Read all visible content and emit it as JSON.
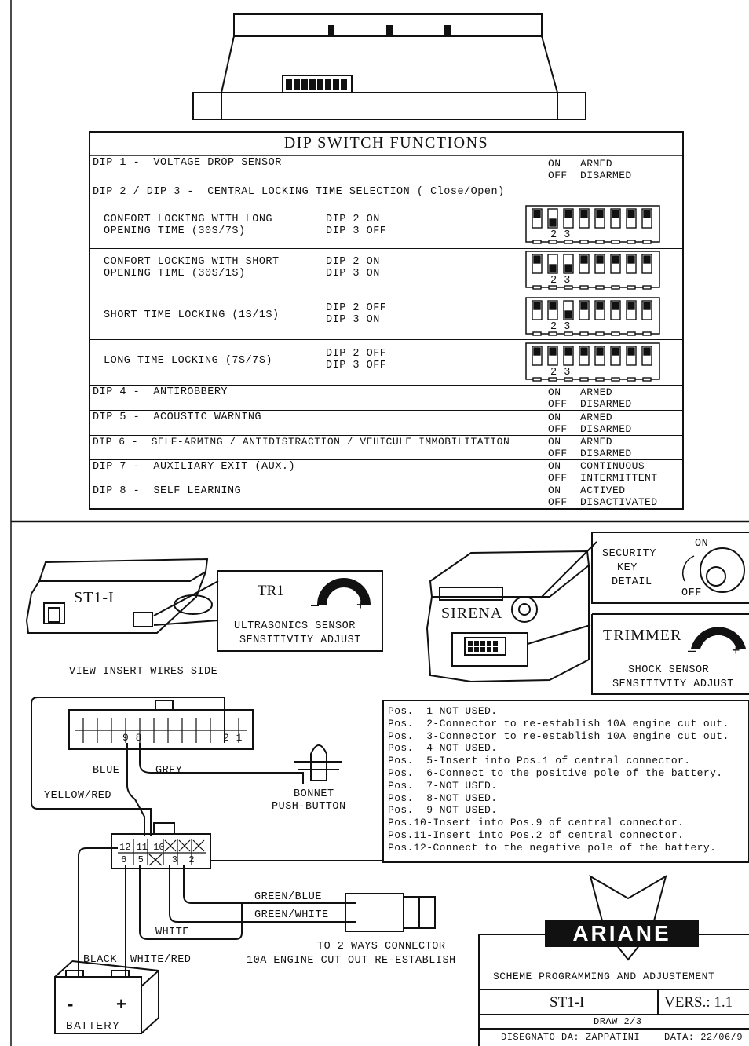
{
  "dip_table": {
    "title": "DIP SWITCH FUNCTIONS",
    "rows": [
      {
        "label": "DIP 1 -  VOLTAGE DROP SENSOR",
        "on": "ON   ARMED",
        "off": "OFF  DISARMED"
      },
      {
        "label": "DIP 4 -  ANTIROBBERY",
        "on": "ON   ARMED",
        "off": "OFF  DISARMED"
      },
      {
        "label": "DIP 5 -  ACOUSTIC WARNING",
        "on": "ON   ARMED",
        "off": "OFF  DISARMED"
      },
      {
        "label": "DIP 6 -  SELF-ARMING / ANTIDISTRACTION / VEHICULE IMMOBILITATION",
        "on": "ON   ARMED",
        "off": "OFF  DISARMED"
      },
      {
        "label": "DIP 7 -  AUXILIARY EXIT (AUX.)",
        "on": "ON   CONTINUOUS",
        "off": "OFF  INTERMITTENT"
      },
      {
        "label": "DIP 8 -  SELF LEARNING",
        "on": "ON   ACTIVED",
        "off": "OFF  DISACTIVATED"
      }
    ],
    "central_locking": {
      "heading": "DIP 2 / DIP 3 -  CENTRAL LOCKING TIME SELECTION ( Close/Open)",
      "options": [
        {
          "line1": "CONFORT LOCKING WITH LONG",
          "line2": "OPENING TIME (30S/7S)",
          "dip2": "DIP 2 ON",
          "dip3": "DIP 3 OFF"
        },
        {
          "line1": "CONFORT LOCKING WITH SHORT",
          "line2": "OPENING TIME (30S/1S)",
          "dip2": "DIP 2 ON",
          "dip3": "DIP 3 ON"
        },
        {
          "line1": "SHORT TIME LOCKING (1S/1S)",
          "line2": "",
          "dip2": "DIP 2 OFF",
          "dip3": "DIP 3 ON"
        },
        {
          "line1": "LONG TIME LOCKING (7S/7S)",
          "line2": "",
          "dip2": "DIP 2 OFF",
          "dip3": "DIP 3 OFF"
        }
      ],
      "switch_numbers": "2 3"
    }
  },
  "module": {
    "name": "ST1-I",
    "view_caption": "VIEW INSERT WIRES SIDE"
  },
  "tr1": {
    "title": "TR1",
    "caption1": "ULTRASONICS SENSOR",
    "caption2": "SENSITIVITY ADJUST",
    "minus": "–",
    "plus": "+"
  },
  "siren": {
    "name": "SIRENA",
    "key_caption1": "SECURITY",
    "key_caption2": "KEY",
    "key_caption3": "DETAIL",
    "on": "ON",
    "off": "OFF"
  },
  "trimmer": {
    "title": "TRIMMER",
    "caption1": "SHOCK SENSOR",
    "caption2": "SENSITIVITY ADJUST",
    "minus": "–",
    "plus": "+"
  },
  "connector_top": {
    "pins_left": "9 8",
    "pins_right": "2 1"
  },
  "connector_bottom": {
    "top_row": "12 11 10",
    "bottom_row": "6  5     3  2"
  },
  "wires": {
    "blue": "BLUE",
    "grey": "GREY",
    "yellow_red": "YELLOW/RED",
    "green_blue": "GREEN/BLUE",
    "green_white": "GREEN/WHITE",
    "white": "WHITE",
    "black": "BLACK",
    "white_red": "WHITE/RED"
  },
  "bonnet": {
    "line1": "BONNET",
    "line2": "PUSH-BUTTON"
  },
  "positions": [
    "Pos.  1-NOT USED.",
    "Pos.  2-Connector to re-establish 10A engine cut out.",
    "Pos.  3-Connector to re-establish 10A engine cut out.",
    "Pos.  4-NOT USED.",
    "Pos.  5-Insert into Pos.1 of central connector.",
    "Pos.  6-Connect to the positive pole of the battery.",
    "Pos.  7-NOT USED.",
    "Pos.  8-NOT USED.",
    "Pos.  9-NOT USED.",
    "Pos.10-Insert into Pos.9 of central connector.",
    "Pos.11-Insert into Pos.2 of central connector.",
    "Pos.12-Connect to the negative pole of the battery."
  ],
  "cutout": {
    "line1": "TO 2 WAYS CONNECTOR",
    "line2": "10A ENGINE CUT OUT RE-ESTABLISH"
  },
  "battery": {
    "label": "BATTERY",
    "minus": "-",
    "plus": "+"
  },
  "title_block": {
    "brand": "ARIANE",
    "scheme": "SCHEME PROGRAMMING AND ADJUSTEMENT",
    "model": "ST1-I",
    "version": "VERS.: 1.1",
    "draw": "DRAW 2/3",
    "designer": "DISEGNATO DA: ZAPPATINI",
    "date": "DATA: 22/06/9"
  }
}
